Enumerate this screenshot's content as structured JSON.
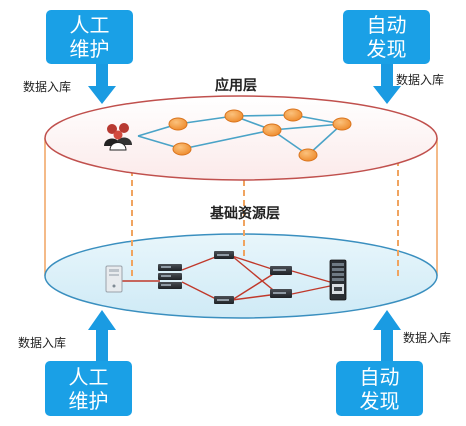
{
  "top_left_box": {
    "line1": "人工",
    "line2": "维护"
  },
  "top_right_box": {
    "line1": "自动",
    "line2": "发现"
  },
  "bottom_left_box": {
    "line1": "人工",
    "line2": "维护"
  },
  "bottom_right_box": {
    "line1": "自动",
    "line2": "发现"
  },
  "labels": {
    "top_left_input": "数据入库",
    "top_right_input": "数据入库",
    "bottom_left_input": "数据入库",
    "bottom_right_input": "数据入库"
  },
  "layers": {
    "application": "应用层",
    "infrastructure": "基础资源层"
  },
  "colors": {
    "box_blue": "#1aa0e6",
    "arrow_blue": "#1a9be2",
    "cylinder_orange": "#f0a460",
    "top_ellipse_stroke": "#c0504d",
    "bottom_ellipse_stroke": "#3a8fbf",
    "node_orange": "#f39a37",
    "network_line": "#4aa3c7",
    "infra_link": "#c0392b",
    "dashed_orange": "#f0a460"
  },
  "icons": {
    "people": "people-group-icon",
    "server": "server-icon",
    "switch": "network-switch-icon",
    "rack": "storage-rack-icon"
  }
}
